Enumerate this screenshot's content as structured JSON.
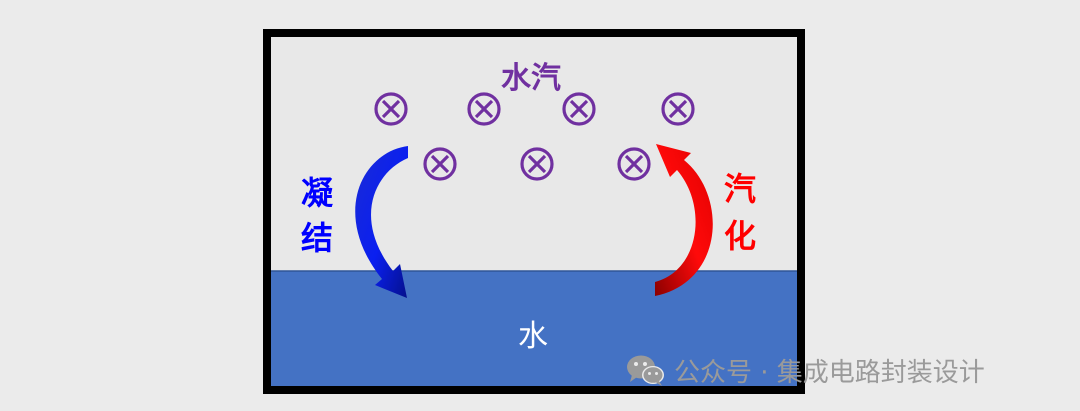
{
  "labels": {
    "vapor": "水汽",
    "condensation_1": "凝",
    "condensation_2": "结",
    "evaporation_1": "汽",
    "evaporation_2": "化",
    "water": "水"
  },
  "watermark": {
    "text": "公众号 · 集成电路封装设计"
  },
  "colors": {
    "background": "#ebebeb",
    "container_border": "#000000",
    "air": "#e8e8e8",
    "water": "#4472c4",
    "molecule": "#7030a0",
    "condensation": "#0000ff",
    "evaporation": "#ff0000",
    "water_label": "#ffffff",
    "watermark": "#9a9a9a"
  },
  "icons": {
    "molecule": "circled-x-icon",
    "condensation_arrow": "curved-arrow-down-icon",
    "evaporation_arrow": "curved-arrow-up-icon",
    "watermark": "wechat-icon"
  }
}
